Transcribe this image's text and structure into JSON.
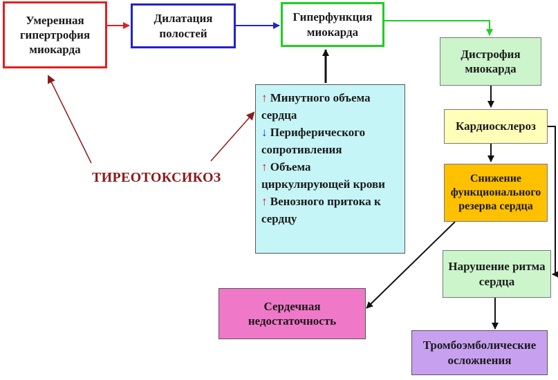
{
  "nodes": {
    "hypertrophy": "Умеренная гипертрофия миокарда",
    "dilation": "Дилатация полостей",
    "hyperfunction": "Гиперфункция миокарда",
    "dystrophy": "Дистрофия миокарда",
    "cardiosclerosis": "Кардиосклероз",
    "reserve_decrease": "Снижение функционального резерва сердца",
    "rhythm_disorder": "Нарушение ритма сердца",
    "heart_failure": "Сердечная недостаточность",
    "thromboembolic": "Тромбоэмболические осложнения"
  },
  "cause": "ТИРЕОТОКСИКОЗ",
  "factors": [
    {
      "arrow": "↑",
      "direction": "up",
      "text": "Минутного объема сердца"
    },
    {
      "arrow": "↓",
      "direction": "down",
      "text": "Периферического сопротивления"
    },
    {
      "arrow": "↑",
      "direction": "up",
      "text": "Объема циркулирующей крови"
    },
    {
      "arrow": "↑",
      "direction": "up",
      "text": "Венозного притока к сердцу"
    }
  ],
  "colors": {
    "red_border": "#e02020",
    "blue_border": "#2222cc",
    "green_border": "#22cc22",
    "green_fill": "#ccf5cc",
    "yellow_fill": "#ffffb8",
    "orange_fill": "#ffc000",
    "pink_fill": "#f078c8",
    "violet_fill": "#c8a0f0",
    "cyan_fill": "#c6f5f7",
    "cause_text": "#8b1a1a"
  }
}
